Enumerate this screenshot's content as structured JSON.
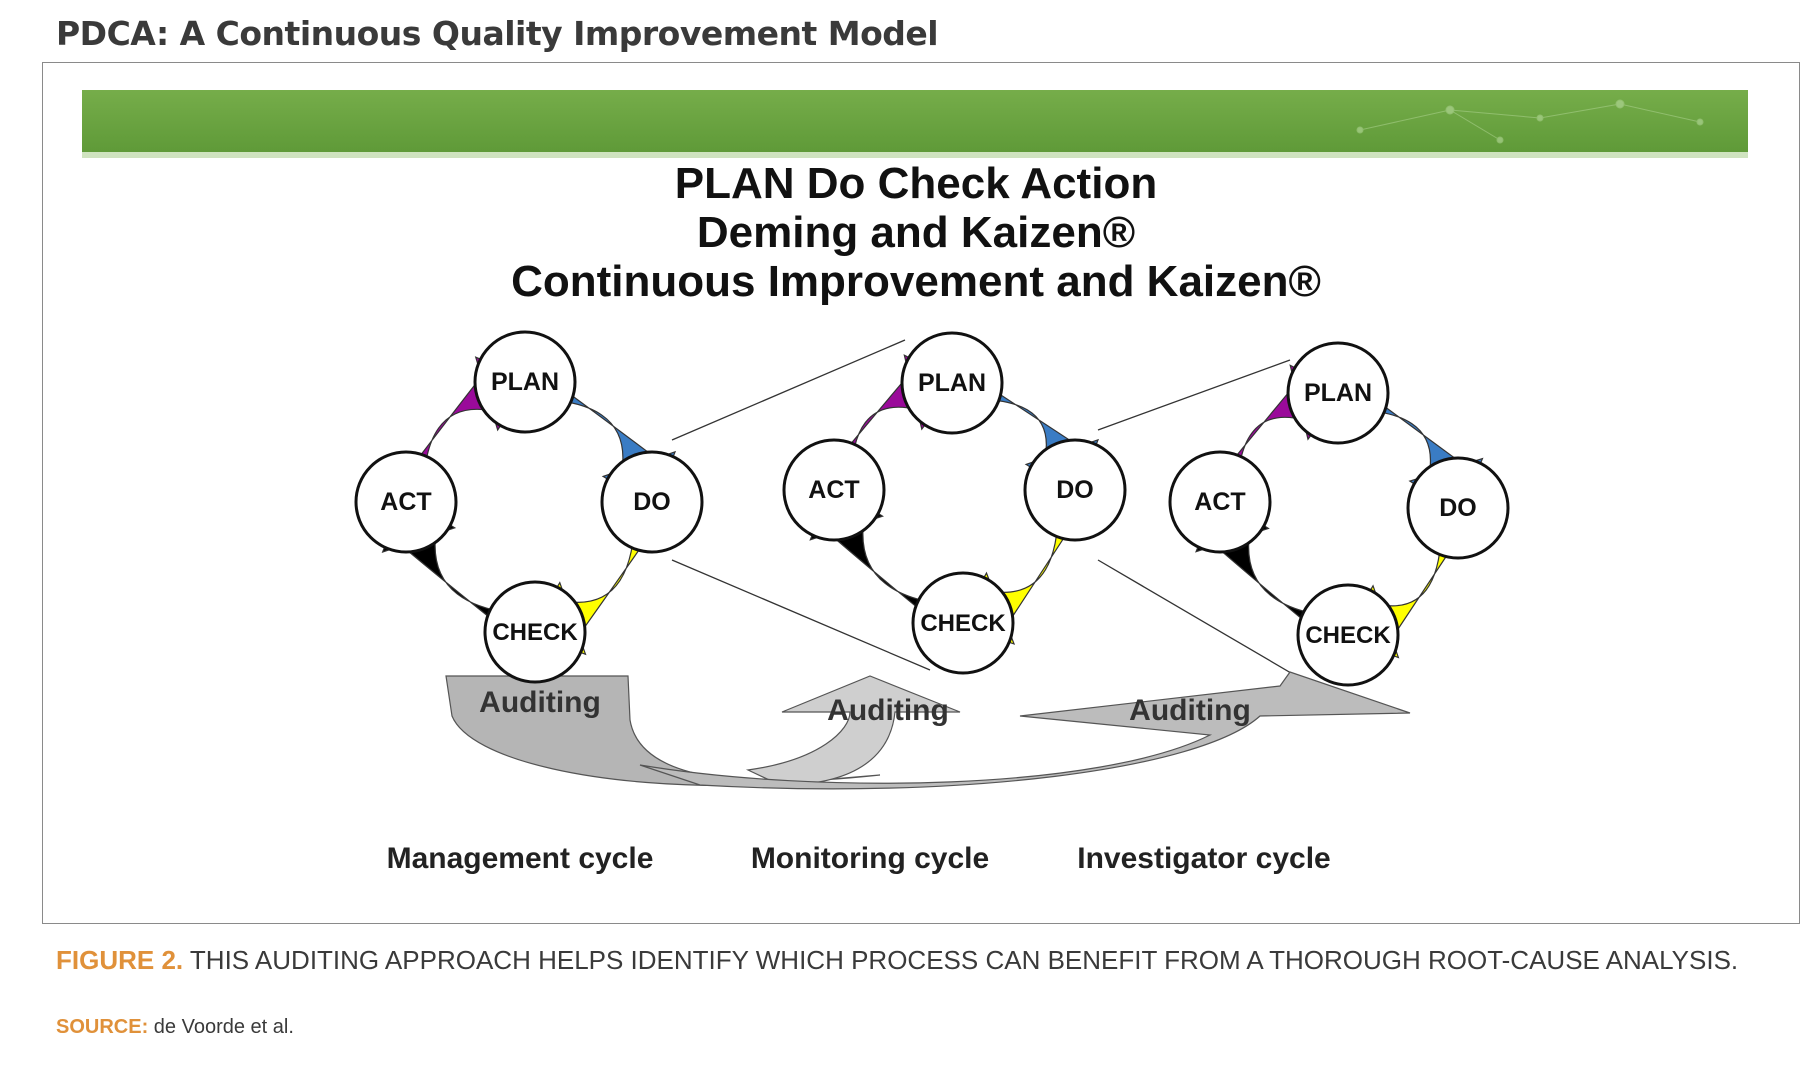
{
  "page": {
    "heading": "PDCA: A Continuous Quality Improvement Model"
  },
  "diagram": {
    "title_lines": [
      "PLAN Do Check Action",
      "Deming and Kaizen®",
      "Continuous Improvement and Kaizen®"
    ],
    "cycles": [
      {
        "plan": "PLAN",
        "do": "DO",
        "check": "CHECK",
        "act": "ACT",
        "name": "Management cycle"
      },
      {
        "plan": "PLAN",
        "do": "DO",
        "check": "CHECK",
        "act": "ACT",
        "name": "Monitoring cycle"
      },
      {
        "plan": "PLAN",
        "do": "DO",
        "check": "CHECK",
        "act": "ACT",
        "name": "Investigator cycle"
      }
    ],
    "auditing_labels": [
      "Auditing",
      "Auditing",
      "Auditing"
    ],
    "colors": {
      "banner": "#6fa544",
      "plan_arrow": "#9a0a9a",
      "do_arrow": "#3a7cc4",
      "check_arrow": "#ffff00",
      "act_arrow": "#000000",
      "auditing_arrow": "#bdbdbd"
    }
  },
  "caption": {
    "label": "FIGURE 2.",
    "text": "THIS AUDITING APPROACH HELPS IDENTIFY WHICH PROCESS CAN BENEFIT FROM A THOROUGH ROOT-CAUSE ANALYSIS."
  },
  "source": {
    "label": "SOURCE:",
    "text": "de Voorde et al."
  }
}
